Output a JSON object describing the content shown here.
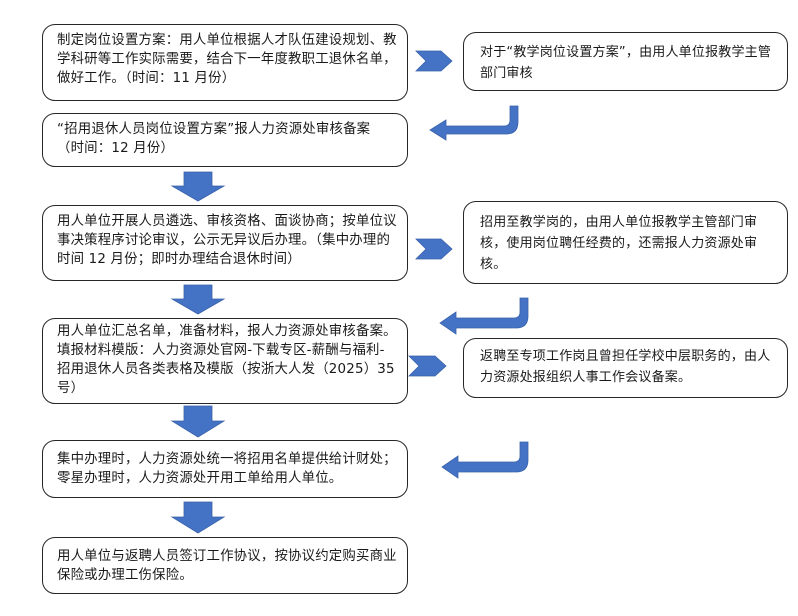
{
  "diagram": {
    "left_steps": [
      {
        "id": "step-1",
        "text": "制定岗位设置方案：用人单位根据人才队伍建设规划、教学科研等工作实际需要，结合下一年度教职工退休名单，做好工作。（时间：11 月份）"
      },
      {
        "id": "step-2",
        "text": "“招用退休人员岗位设置方案”报人力资源处审核备案（时间：12 月份）"
      },
      {
        "id": "step-3",
        "text": "用人单位开展人员遴选、审核资格、面谈协商；按单位议事决策程序讨论审议，公示无异议后办理。（集中办理的时间 12 月份；即时办理结合退休时间）"
      },
      {
        "id": "step-4",
        "text": "用人单位汇总名单，准备材料，报人力资源处审核备案。填报材料模版：人力资源处官网-下载专区-薪酬与福利-招用退休人员各类表格及模版（按浙大人发（2025）35 号）"
      },
      {
        "id": "step-5",
        "text": "集中办理时，人力资源处统一将招用名单提供给计财处；零星办理时，人力资源处开用工单给用人单位。"
      },
      {
        "id": "step-6",
        "text": "用人单位与返聘人员签订工作协议，按协议约定购买商业保险或办理工伤保险。"
      }
    ],
    "side_notes": [
      {
        "id": "note-1",
        "text": "对于“教学岗位设置方案”，由用人单位报教学主管部门审核"
      },
      {
        "id": "note-2",
        "text": "招用至教学岗的，由用人单位报教学主管部门审核，使用岗位聘任经费的，还需报人力资源处审核。"
      },
      {
        "id": "note-3",
        "text": "返聘至专项工作岗且曾担任学校中层职务的，由人力资源处报组织人事工作会议备案。"
      }
    ],
    "colors": {
      "arrow_fill": "#4472c4",
      "box_border": "#262626",
      "text": "#1a1a1a"
    }
  }
}
